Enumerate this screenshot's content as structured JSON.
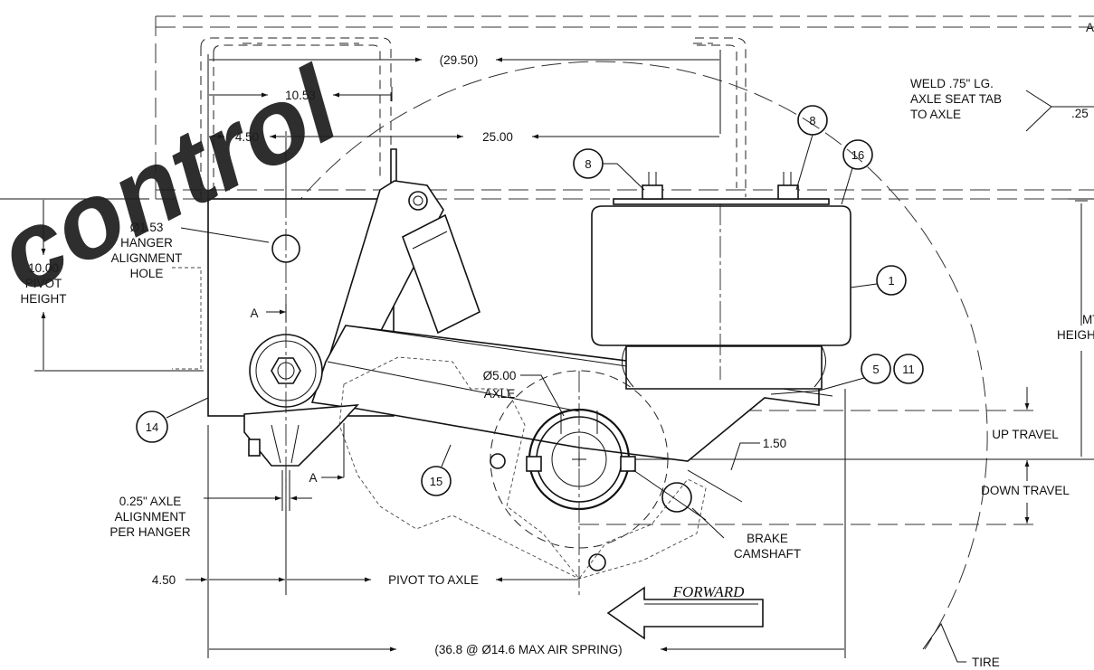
{
  "watermark": "control",
  "dimensions": {
    "overall_29_50": "(29.50)",
    "pivot_to_hanger_10_53": "10.53",
    "left_4_50_top": "4.50",
    "span_25_00": "25.00",
    "bottom_left_4_50": "4.50",
    "pivot_to_axle": "PIVOT TO AXLE",
    "overall_bottom": "(36.8 @ Ø14.6 MAX AIR SPRING)",
    "up_down_1_50": "1.50"
  },
  "labels": {
    "hole_diameter": "Ø1.53",
    "hole_line2": "HANGER",
    "hole_line3": "ALIGNMENT",
    "hole_line4": "HOLE",
    "pivot_line1": "10.00",
    "pivot_line2": "PIVOT",
    "pivot_line3": "HEIGHT",
    "axle_diameter": "Ø5.00",
    "axle_word": "AXLE",
    "weld_line1": "WELD .75\" LG.",
    "weld_line2": "AXLE SEAT TAB",
    "weld_line3": "TO AXLE",
    "weld_size": ".25",
    "top_right_letter": "A",
    "mtg_line1": "MTG",
    "mtg_line2": "HEIGH",
    "up_travel": "UP TRAVEL",
    "down_travel": "DOWN TRAVEL",
    "alignment_line1": "0.25\" AXLE",
    "alignment_line2": "ALIGNMENT",
    "alignment_line3": "PER HANGER",
    "brake_line1": "BRAKE",
    "brake_line2": "CAMSHAFT",
    "forward": "FORWARD",
    "tire": "TIRE",
    "section_a_upper": "A",
    "section_a_lower": "A"
  },
  "balloons": {
    "b8_left": "8",
    "b8_right": "8",
    "b16": "16",
    "b1": "1",
    "b5": "5",
    "b11": "11",
    "b14": "14",
    "b15": "15"
  }
}
